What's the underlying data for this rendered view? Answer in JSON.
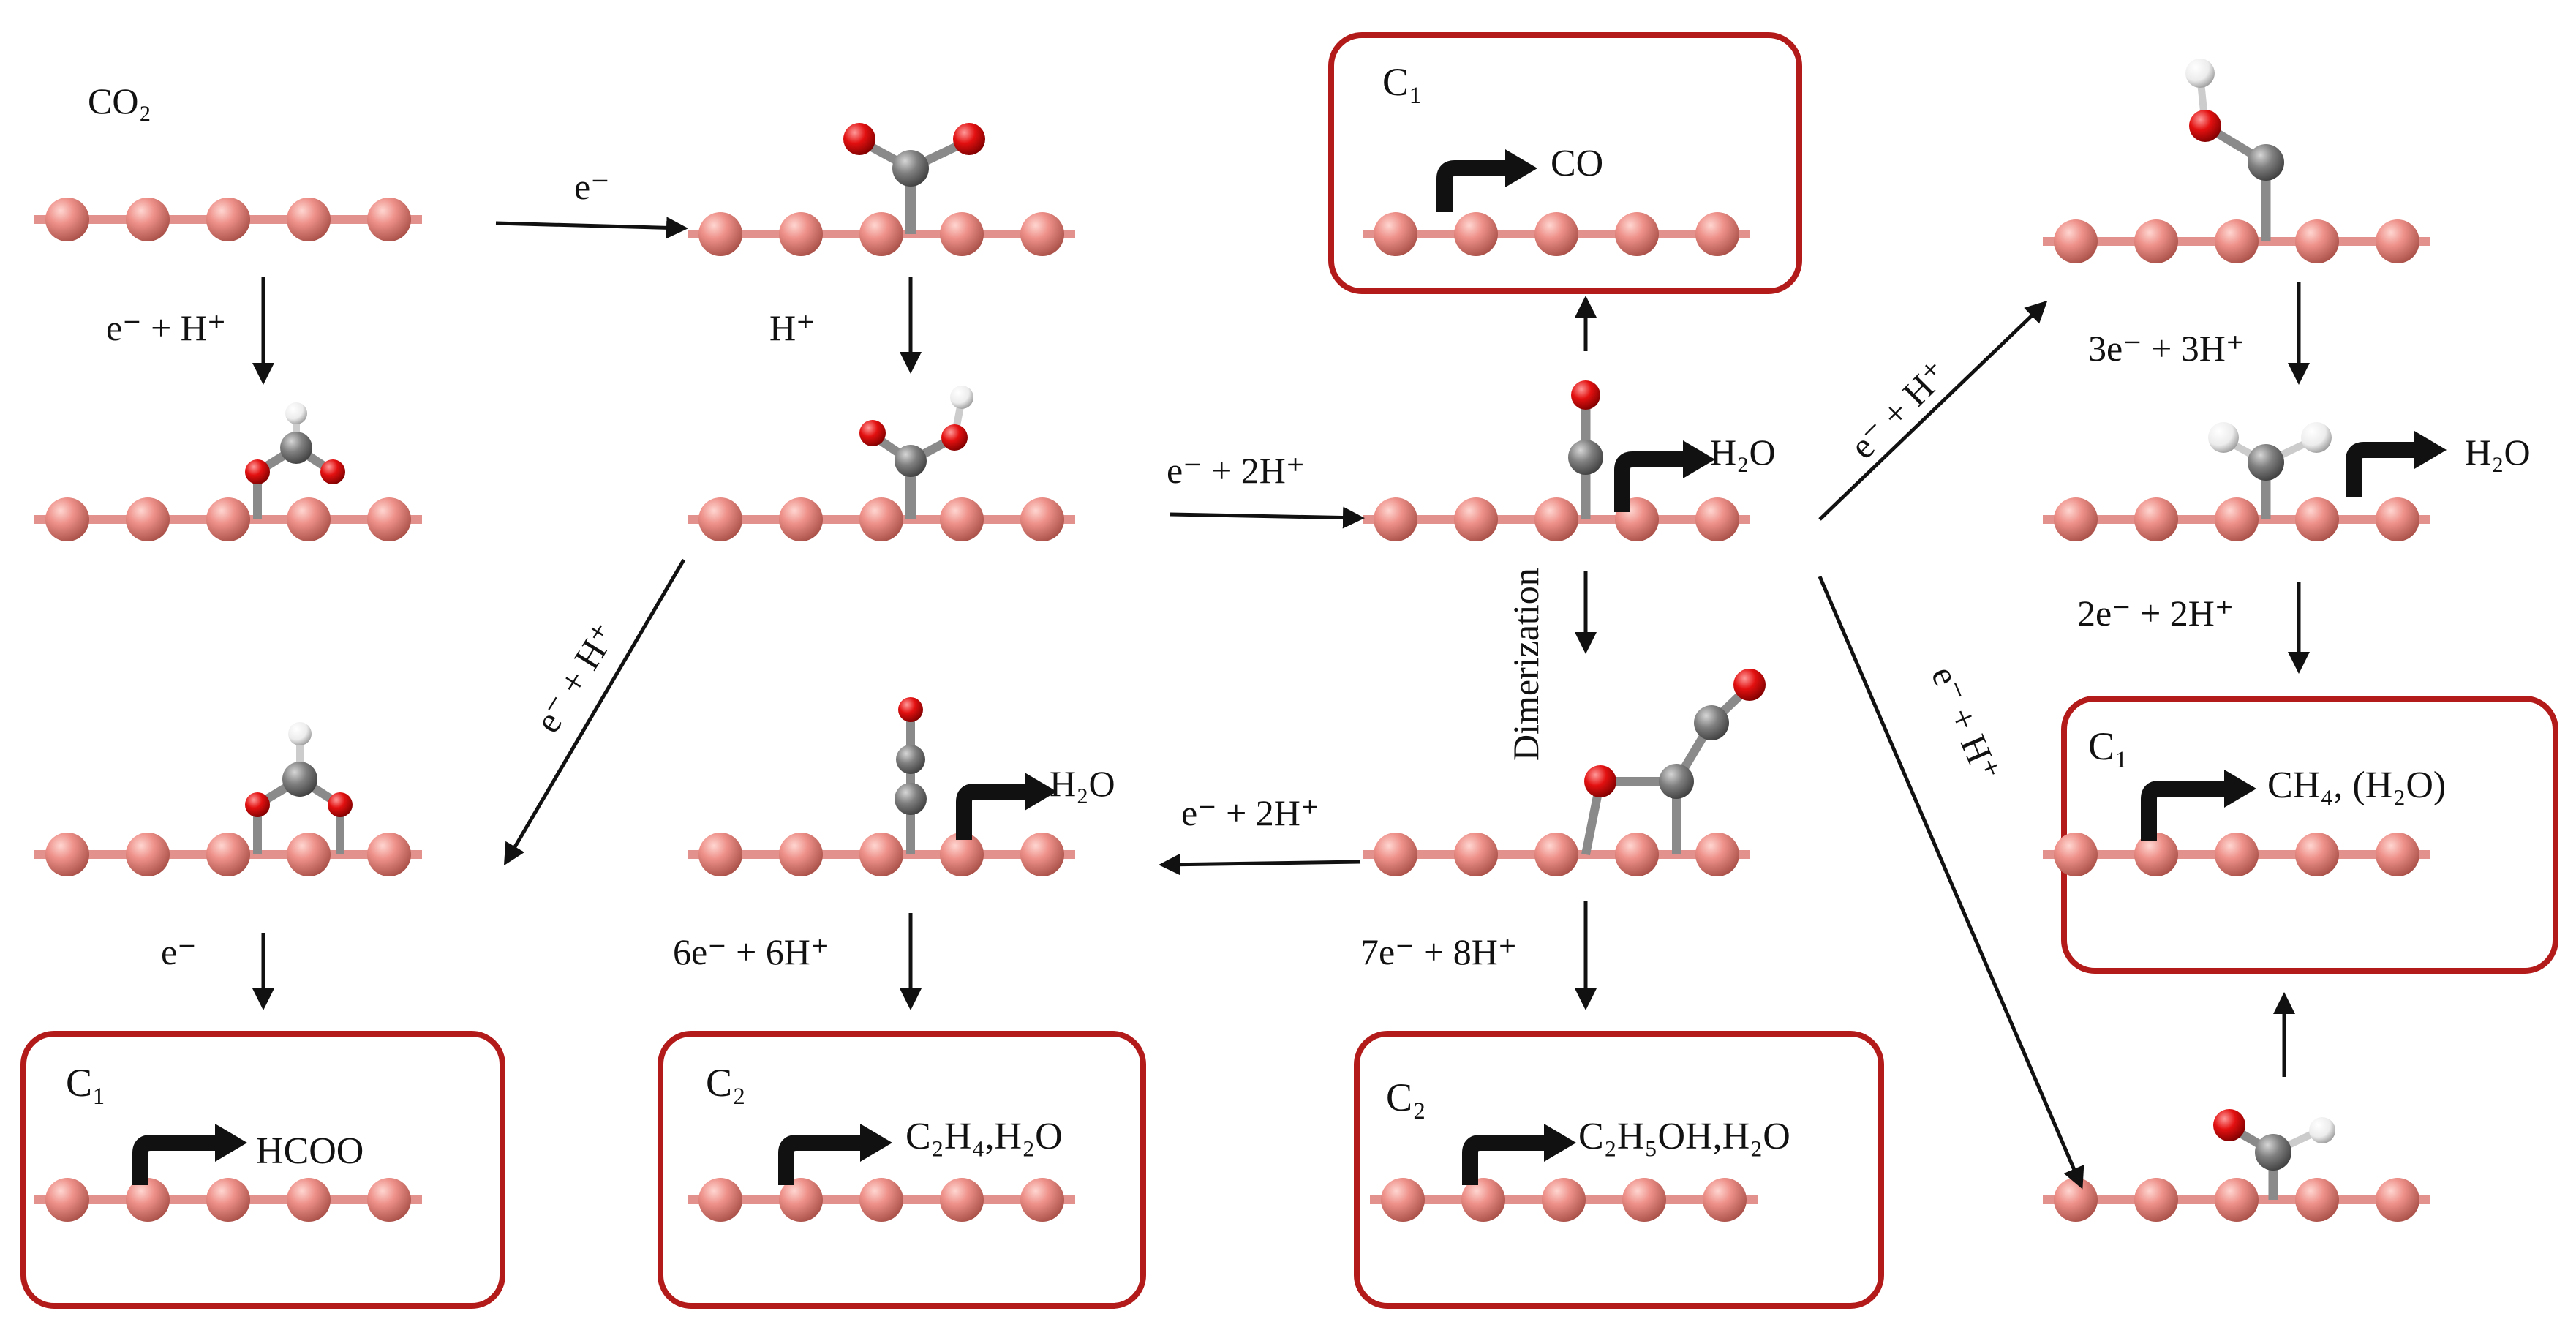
{
  "figure": {
    "start_label": "CO₂",
    "steps": {
      "co2_to_cooh_star": "e⁻",
      "co2_to_ocho": "e⁻ + H⁺",
      "cooh_protonation": "H⁺",
      "to_hcoo_intermediate": "e⁻ + H⁺",
      "to_co_star": "e⁻ + 2H⁺",
      "to_hcoo_product": "e⁻",
      "co_to_cho": "e⁻ + H⁺",
      "co_to_coh": "e⁻ + H⁺",
      "coh_to_ch2": "3e⁻ + 3H⁺",
      "ch2_to_ch4": "2e⁻ + 2H⁺",
      "dimer_to_ccco": "e⁻ + 2H⁺",
      "ccco_to_c2h4": "6e⁻ + 6H⁺",
      "dimer_to_ethanol": "7e⁻ + 8H⁺",
      "dimerization": "Dimerization"
    },
    "byproducts": {
      "water_1": "H₂O",
      "water_2": "H₂O",
      "water_3": "H₂O"
    },
    "products": [
      {
        "id": "hcoo",
        "category": "C₁",
        "label": "HCOO"
      },
      {
        "id": "c2h4",
        "category": "C₂",
        "label": "C₂H₄,H₂O"
      },
      {
        "id": "c2h5oh",
        "category": "C₂",
        "label": "C₂H₅OH,H₂O"
      },
      {
        "id": "co",
        "category": "C₁",
        "label": "CO"
      },
      {
        "id": "ch4",
        "category": "C₁",
        "label": "CH₄, (H₂O)"
      }
    ],
    "colors": {
      "copper_atom": "#e8857f",
      "copper_bond": "#e2918c",
      "carbon": "#7d7d7d",
      "oxygen": "#e10f0f",
      "hydrogen": "#f2f2f2",
      "box_border": "#b31b1b",
      "arrow": "#111111"
    }
  }
}
